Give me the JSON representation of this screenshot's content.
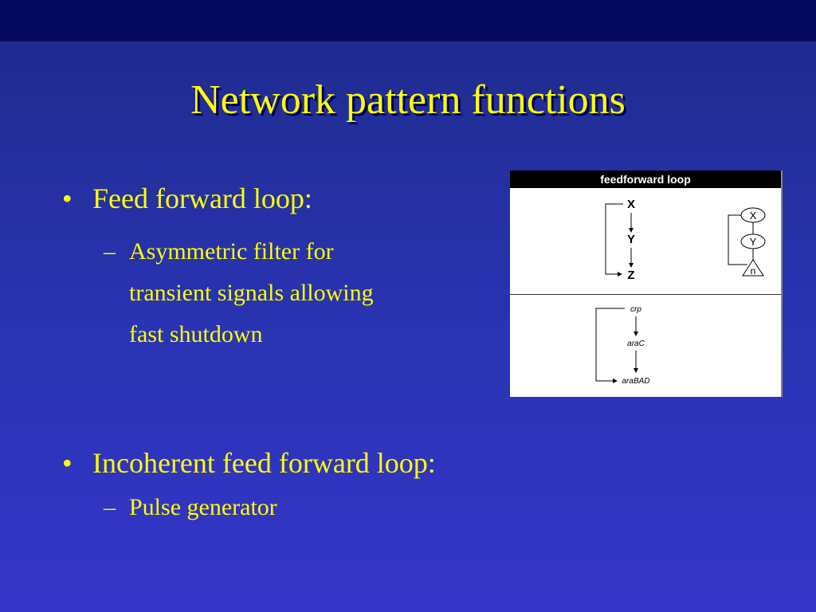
{
  "slide": {
    "title": "Network pattern functions",
    "bullets": [
      {
        "text": "Feed forward loop:",
        "sub": [
          "Asymmetric filter for",
          "transient signals allowing",
          "fast shutdown"
        ]
      },
      {
        "text": "Incoherent feed forward loop:",
        "sub": [
          "Pulse generator"
        ]
      }
    ],
    "bullet_glyph": "•",
    "dash_glyph": "–"
  },
  "figure": {
    "header": "feedforward loop",
    "top_nodes": [
      "X",
      "Y",
      "Z"
    ],
    "motif_nodes": [
      "X",
      "Y",
      "n"
    ],
    "example_nodes": [
      "crp",
      "araC",
      "araBAD"
    ]
  },
  "colors": {
    "text": "#ffff00",
    "background_top": "#050a5e",
    "background": "#2a34b4"
  }
}
